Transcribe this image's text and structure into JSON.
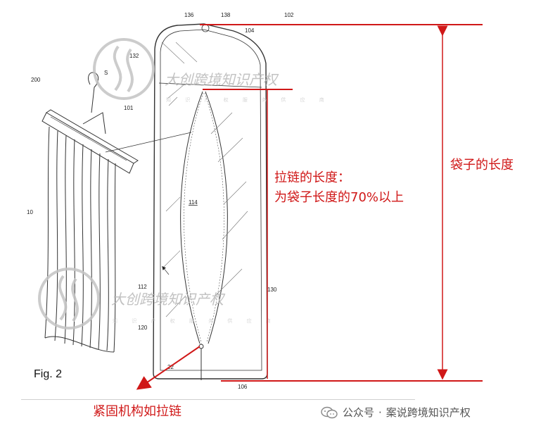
{
  "figure_label": "Fig. 2",
  "labels": {
    "zipper_length_line1": "拉链的长度：",
    "zipper_length_line2": "为袋子长度的70%以上",
    "bag_length": "袋子的长度",
    "fastener_caption": "紧固机构如拉链"
  },
  "reference_numerals": [
    "136",
    "138",
    "102",
    "104",
    "132",
    "200",
    "S",
    "10",
    "114",
    "112",
    "120",
    "130",
    "22",
    "106",
    "101"
  ],
  "watermark": {
    "brand": "大创跨境知识产权",
    "sub": "知 识 产 权 服 务 供 应 商"
  },
  "footer": {
    "platform": "公众号",
    "separator": "·",
    "account": "案说跨境知识产权"
  },
  "colors": {
    "annotation": "#d01818",
    "line_art": "#333333",
    "watermark": "#b8b8b8"
  }
}
